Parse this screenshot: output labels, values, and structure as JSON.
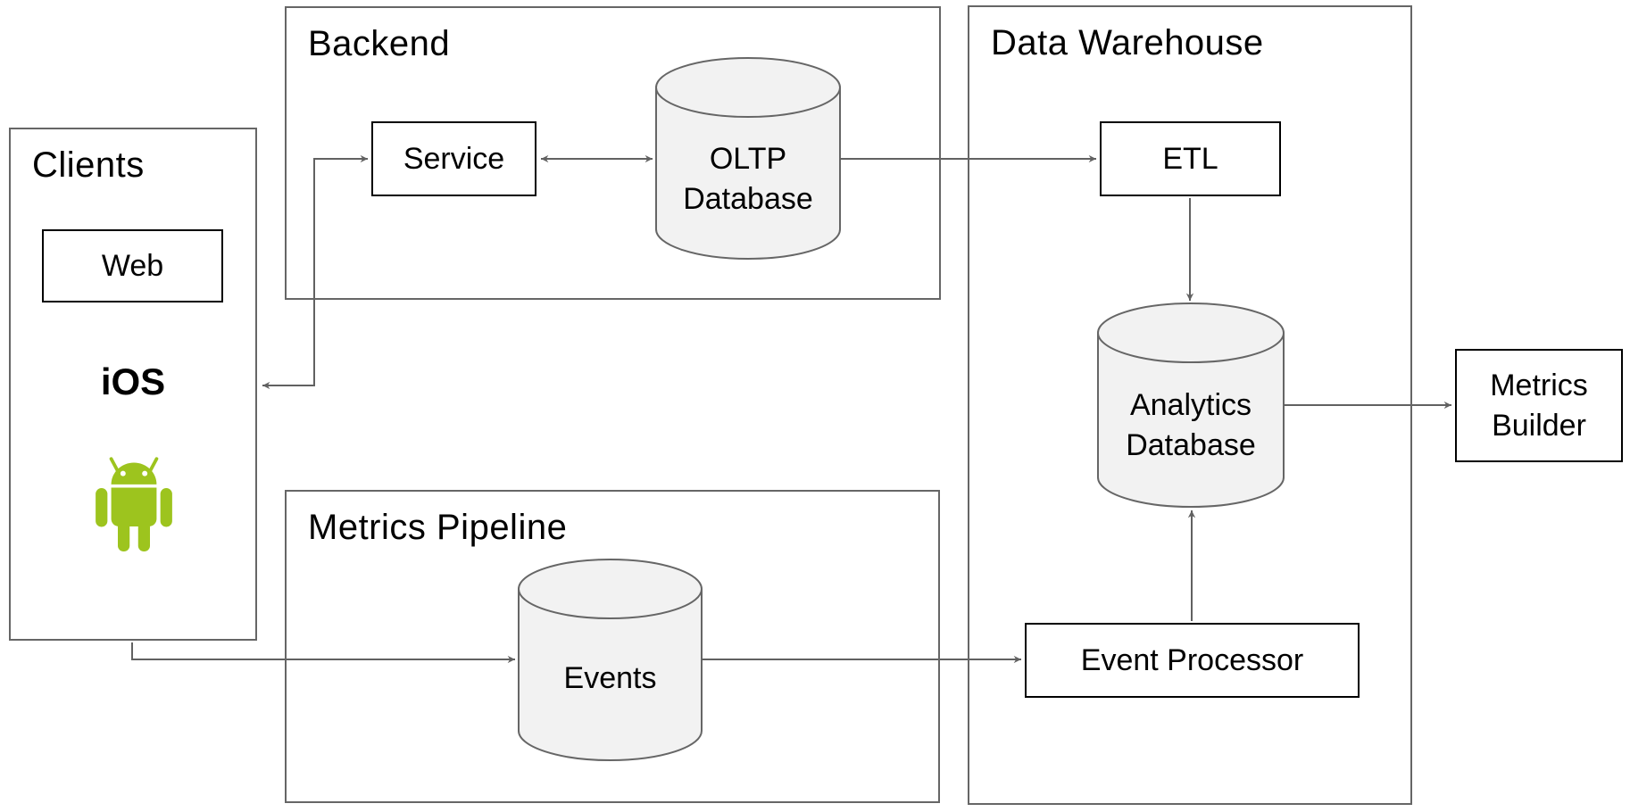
{
  "diagram": {
    "title_implicit": "Metrics architecture diagram",
    "colors": {
      "background": "#ffffff",
      "group_border": "#666666",
      "node_border": "#000000",
      "arrow": "#616161",
      "cylinder_fill": "#f2f2f2",
      "cylinder_stroke": "#666666",
      "android_green": "#9DC41E",
      "text": "#000000"
    },
    "groups": {
      "clients": {
        "label": "Clients"
      },
      "backend": {
        "label": "Backend"
      },
      "metrics_pipeline": {
        "label": "Metrics Pipeline"
      },
      "data_warehouse": {
        "label": "Data Warehouse"
      }
    },
    "nodes": {
      "web": {
        "label": "Web"
      },
      "ios": {
        "label": "iOS"
      },
      "service": {
        "label": "Service"
      },
      "etl": {
        "label": "ETL"
      },
      "event_processor": {
        "label": "Event Processor"
      },
      "metrics_builder": {
        "line1": "Metrics",
        "line2": "Builder"
      }
    },
    "databases": {
      "oltp": {
        "line1": "OLTP",
        "line2": "Database"
      },
      "analytics": {
        "line1": "Analytics",
        "line2": "Database"
      },
      "events": {
        "label": "Events"
      }
    },
    "icons": {
      "android": "android-robot-icon"
    },
    "edges": [
      {
        "from": "clients",
        "to": "service",
        "bidirectional": true
      },
      {
        "from": "service",
        "to": "oltp_database",
        "bidirectional": true
      },
      {
        "from": "oltp_database",
        "to": "etl",
        "bidirectional": false
      },
      {
        "from": "etl",
        "to": "analytics_database",
        "bidirectional": false
      },
      {
        "from": "event_processor",
        "to": "analytics_database",
        "bidirectional": false
      },
      {
        "from": "analytics_database",
        "to": "metrics_builder",
        "bidirectional": false
      },
      {
        "from": "clients",
        "to": "events",
        "bidirectional": false
      },
      {
        "from": "events",
        "to": "event_processor",
        "bidirectional": false
      }
    ]
  }
}
